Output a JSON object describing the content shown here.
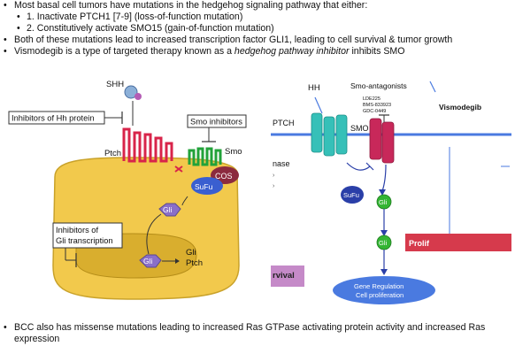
{
  "bullets": {
    "b1": "Most basal cell tumors have mutations in the hedgehog signaling pathway that either:",
    "s1": "1. Inactivate PTCH1 [7-9] (loss-of-function mutation)",
    "s2": "2. Constitutively activate SMO15 (gain-of-function mutation)",
    "b2": "Both of these mutations lead to increased transcription factor GLI1, leading to cell survival & tumor growth",
    "b3_pre": "Vismodegib is a type of targeted therapy known as a ",
    "b3_em": "hedgehog pathway inhibitor",
    "b3_post": " inhibits SMO",
    "b4": "BCC also has missense mutations leading to increased Ras GTPase activating protein activity and increased Ras expression"
  },
  "left_diagram": {
    "shh": "SHH",
    "inhib_hh": "Inhibitors of Hh protein",
    "smo_inhib": "Smo inhibitors",
    "ptch": "Ptch",
    "smo": "Smo",
    "cos": "COS",
    "sufu": "SuFu",
    "gli": "Gli",
    "inhib_gli_1": "Inhibitors of",
    "inhib_gli_2": "Gli transcription",
    "gli_nuc": "Gli",
    "targets_1": "Gli",
    "targets_2": "Ptch",
    "colors": {
      "cell": "#f2c94c",
      "nucleus": "#d9ae2e",
      "receptor": "#d8244a",
      "smo": "#22a23a",
      "gli": "#8a6fc9"
    }
  },
  "right_diagram": {
    "hh": "HH",
    "smo_antag": "Smo-antagonists",
    "drug1": "LDE225",
    "drug2": "BMS-833923",
    "drug3": "GDC-0449",
    "vismodegib": "Vismodegib",
    "ptch": "PTCH",
    "smo": "SMO",
    "ase": "nase",
    "sufu": "SuFu",
    "gli1": "Gli",
    "gli2": "Gli",
    "prolif": "Prolif",
    "rvival": "rvival",
    "gene_1": "Gene Regulation",
    "gene_2": "Cell proliferation",
    "colors": {
      "ptch": "#36c0b8",
      "smo": "#c8285a",
      "sufu": "#2a3fa8",
      "gli": "#33b533",
      "gene": "#4a7ae0",
      "prolif": "#d63a4c",
      "survival": "#c58ac8"
    }
  }
}
